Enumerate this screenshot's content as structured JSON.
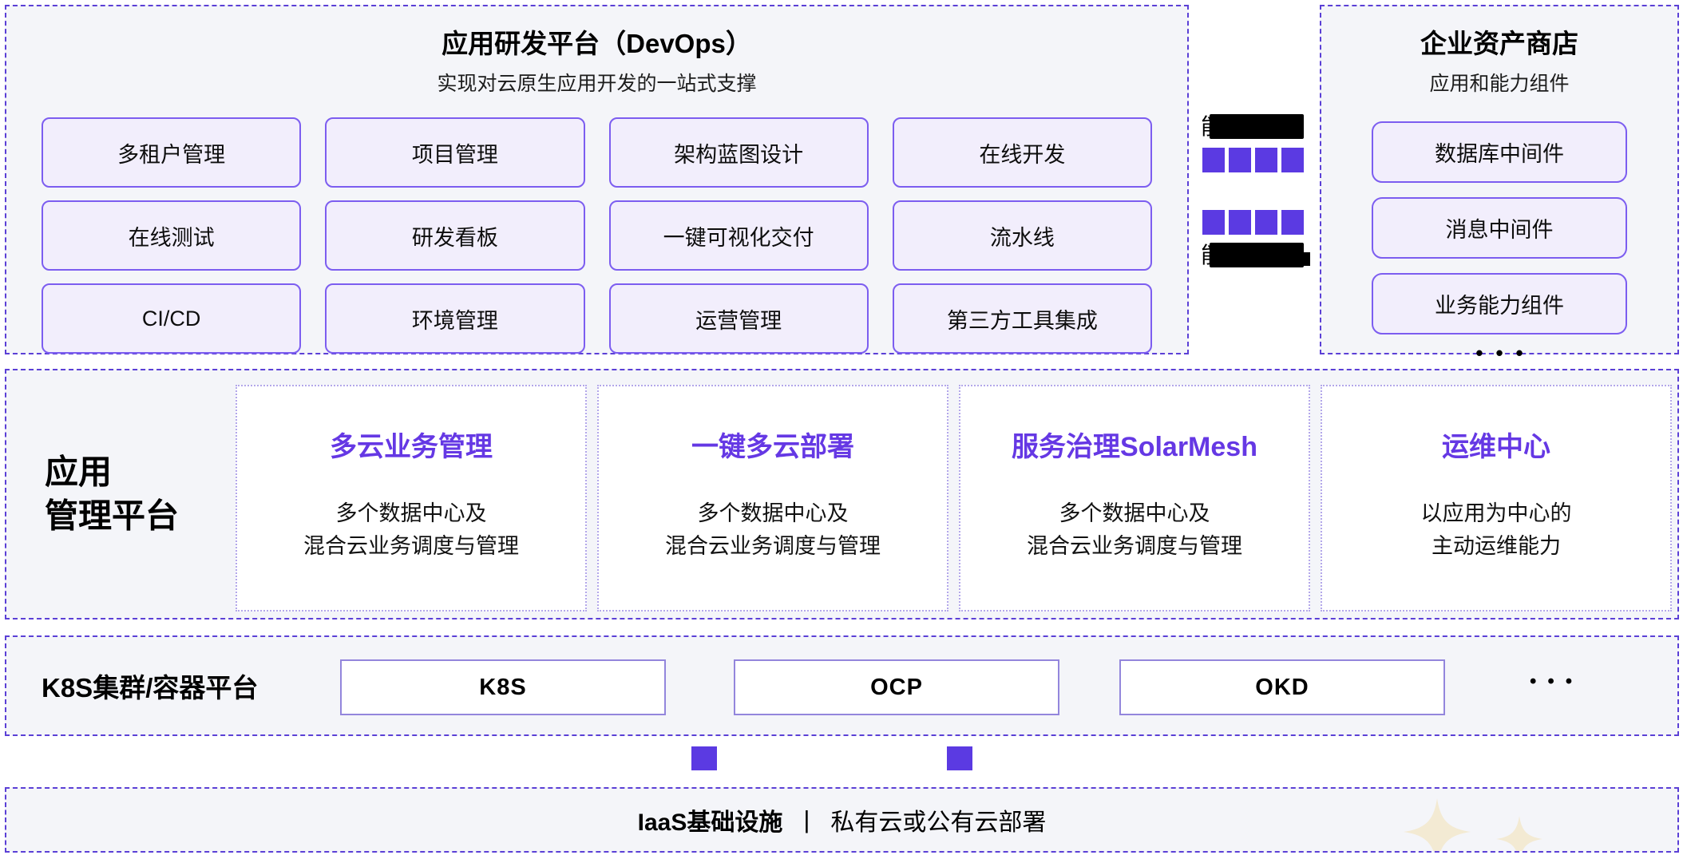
{
  "colors": {
    "accent_purple": "#5b3ae2",
    "dash_border": "#5b40d6",
    "panel_bg": "#f4f5f9",
    "chip_bg": "#f2eefc",
    "chip_border": "#7c5df0",
    "card_title_purple": "#6538e4",
    "sparkle_cream": "#f3ead3"
  },
  "devops": {
    "title": "应用研发平台（DevOps）",
    "subtitle": "实现对云原生应用开发的一站式支撑",
    "chips": [
      "多租户管理",
      "项目管理",
      "架构蓝图设计",
      "在线开发",
      "在线测试",
      "研发看板",
      "一键可视化交付",
      "流水线",
      "CI/CD",
      "环境管理",
      "运营管理",
      "第三方工具集成"
    ]
  },
  "connector": {
    "top_label_char": "能",
    "bottom_label_char": "能"
  },
  "store": {
    "title": "企业资产商店",
    "subtitle": "应用和能力组件",
    "items": [
      "数据库中间件",
      "消息中间件",
      "业务能力组件"
    ],
    "more": "•••"
  },
  "app_mgmt": {
    "label_line1": "应用",
    "label_line2": "管理平台",
    "cards": [
      {
        "title": "多云业务管理",
        "desc_line1": "多个数据中心及",
        "desc_line2": "混合云业务调度与管理"
      },
      {
        "title": "一键多云部署",
        "desc_line1": "多个数据中心及",
        "desc_line2": "混合云业务调度与管理"
      },
      {
        "title": "服务治理SolarMesh",
        "desc_line1": "多个数据中心及",
        "desc_line2": "混合云业务调度与管理"
      },
      {
        "title": "运维中心",
        "desc_line1": "以应用为中心的",
        "desc_line2": "主动运维能力"
      }
    ]
  },
  "k8s": {
    "label": "K8S集群/容器平台",
    "boxes": [
      "K8S",
      "OCP",
      "OKD"
    ],
    "more": "•••"
  },
  "iaas": {
    "title": "IaaS基础设施",
    "divider": "|",
    "subtitle": "私有云或公有云部署"
  }
}
